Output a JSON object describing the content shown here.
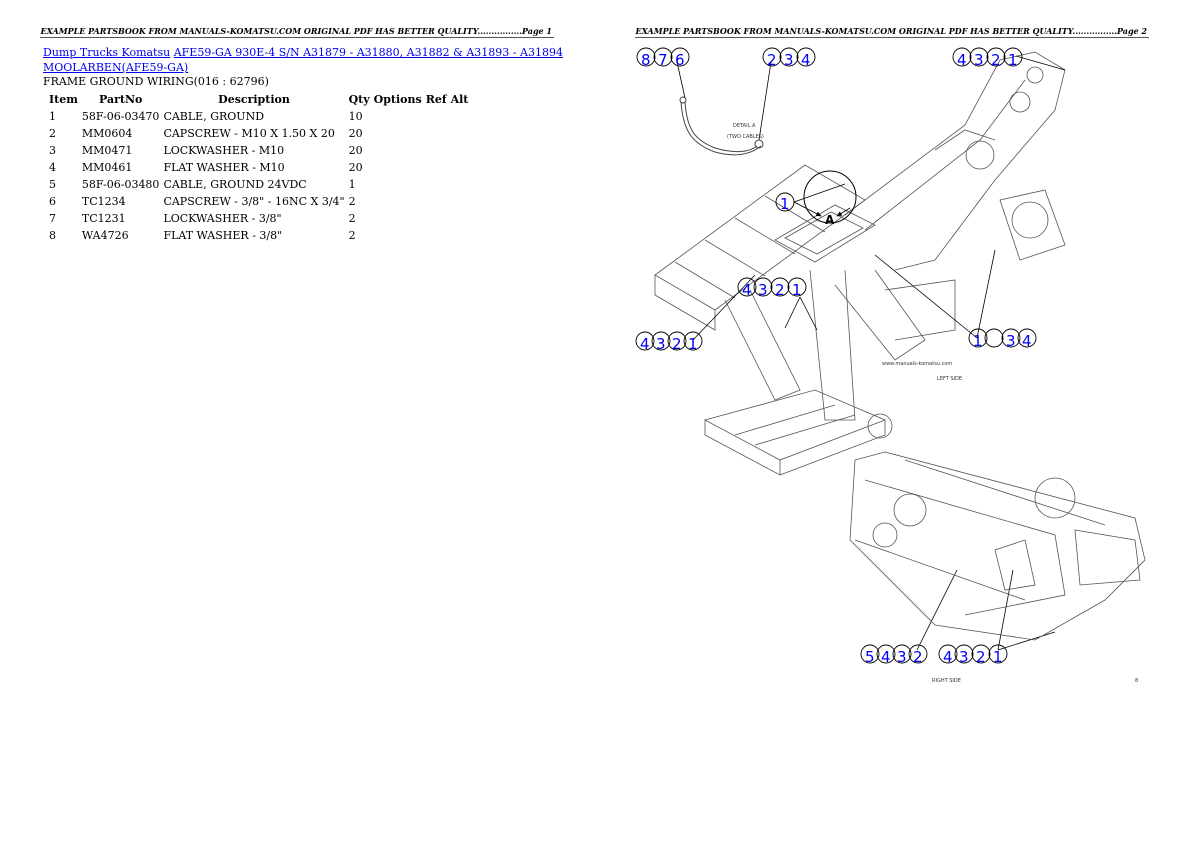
{
  "page1": {
    "header": "EXAMPLE PARTSBOOK FROM MANUALS-KOMATSU.COM ORIGINAL PDF HAS BETTER QUALITY................Page 1",
    "breadcrumb": {
      "link1": "Dump Trucks Komatsu",
      "link2": "AFE59-GA 930E-4 S/N A31879 - A31880, A31882 & A31893 - A31894",
      "link3": "MOOLARBEN(AFE59-GA)"
    },
    "section_title": "FRAME GROUND WIRING(016 : 62796)",
    "table": {
      "headers": [
        "Item",
        "PartNo",
        "Description",
        "Qty",
        "Options",
        "Ref",
        "Alt"
      ],
      "rows": [
        {
          "item": "1",
          "part": "58F-06-03470",
          "desc": "CABLE, GROUND",
          "qty": "10"
        },
        {
          "item": "2",
          "part": "MM0604",
          "desc": "CAPSCREW - M10 X 1.50 X 20",
          "qty": "20"
        },
        {
          "item": "3",
          "part": "MM0471",
          "desc": "LOCKWASHER - M10",
          "qty": "20"
        },
        {
          "item": "4",
          "part": "MM0461",
          "desc": "FLAT WASHER - M10",
          "qty": "20"
        },
        {
          "item": "5",
          "part": "58F-06-03480",
          "desc": "CABLE, GROUND 24VDC",
          "qty": "1"
        },
        {
          "item": "6",
          "part": "TC1234",
          "desc": "CAPSCREW - 3/8\" - 16NC X 3/4\"",
          "qty": "2"
        },
        {
          "item": "7",
          "part": "TC1231",
          "desc": "LOCKWASHER - 3/8\"",
          "qty": "2"
        },
        {
          "item": "8",
          "part": "WA4726",
          "desc": "FLAT WASHER - 3/8\"",
          "qty": "2"
        }
      ]
    }
  },
  "page2": {
    "header": "EXAMPLE PARTSBOOK FROM MANUALS-KOMATSU.COM ORIGINAL PDF HAS BETTER QUALITY................Page 2",
    "diagram": {
      "detail_label": "DETAIL A",
      "detail_sub": "(TWO CABLES)",
      "view_marker": "A",
      "left_side_label": "LEFT SIDE",
      "right_side_label": "RIGHT SIDE",
      "callout_color": "#0000ff",
      "callouts": [
        {
          "id": "c-876",
          "nums": [
            "8",
            "7",
            "6"
          ]
        },
        {
          "id": "c-234",
          "nums": [
            "2",
            "3",
            "4"
          ]
        },
        {
          "id": "c-4321-top",
          "nums": [
            "4",
            "3",
            "2",
            "1"
          ]
        },
        {
          "id": "c-1-detail",
          "nums": [
            "1"
          ]
        },
        {
          "id": "c-4321-mid",
          "nums": [
            "4",
            "3",
            "2",
            "1"
          ]
        },
        {
          "id": "c-4321-left",
          "nums": [
            "4",
            "3",
            "2",
            "1"
          ]
        },
        {
          "id": "c-1_34",
          "nums": [
            "1",
            "",
            "3",
            "4"
          ]
        },
        {
          "id": "c-5432",
          "nums": [
            "5",
            "4",
            "3",
            "2"
          ]
        },
        {
          "id": "c-4321-bottom",
          "nums": [
            "4",
            "3",
            "2",
            "1"
          ]
        }
      ]
    }
  }
}
